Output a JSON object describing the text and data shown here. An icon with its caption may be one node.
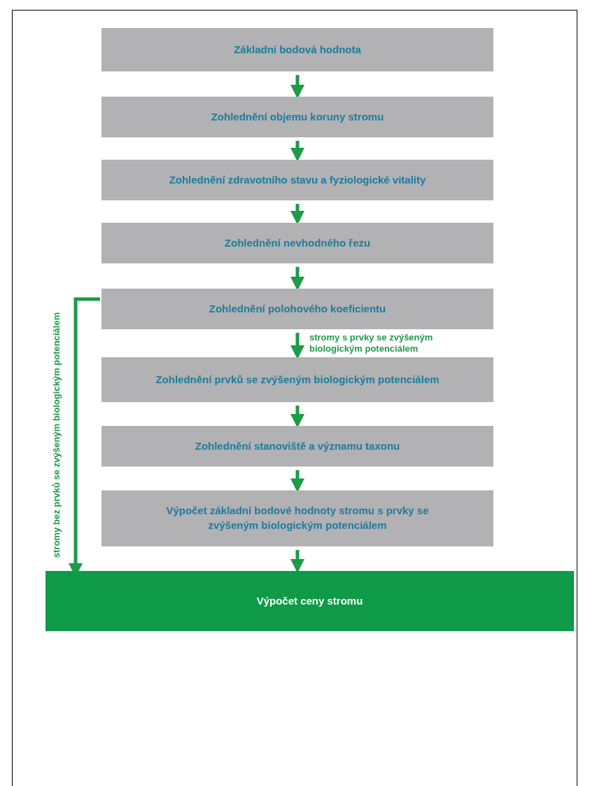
{
  "diagram": {
    "nodes": [
      {
        "text": [
          "Základní bodová hodnota"
        ]
      },
      {
        "text": [
          "Zohlednění objemu koruny stromu"
        ]
      },
      {
        "text": [
          "Zohlednění zdravotního stavu a fyziologické vitality"
        ]
      },
      {
        "text": [
          "Zohlednění nevhodného řezu"
        ]
      },
      {
        "text": [
          "Zohlednění polohového koeficientu"
        ]
      },
      {
        "text": [
          "Zohlednění prvků se zvýšeným biologickým potenciálem"
        ]
      },
      {
        "text": [
          "Zohlednění stanoviště a významu taxonu"
        ]
      },
      {
        "text": [
          "Výpočet základní bodové hodnoty stromu s prvky se zvýšeným biologickým potenciálem"
        ]
      },
      {
        "text": [
          "Výpočet ceny stromu"
        ]
      }
    ],
    "edges": [
      {
        "from": 0,
        "to": 1,
        "arrow": "to"
      },
      {
        "from": 1,
        "to": 2,
        "arrow": "to"
      },
      {
        "from": 2,
        "to": 3,
        "arrow": "to"
      },
      {
        "from": 3,
        "to": 4,
        "arrow": "to"
      },
      {
        "from": 4,
        "to": 5,
        "arrow": "to",
        "label": "stromy s prvky se zvýšeným biologickým potenciálem"
      },
      {
        "from": 5,
        "to": 6,
        "arrow": "to"
      },
      {
        "from": 6,
        "to": 7,
        "arrow": "to"
      },
      {
        "from": 7,
        "to": 8,
        "arrow": "to"
      },
      {
        "from": 4,
        "to": 8,
        "arrow": "to",
        "label": "stromy bez prvků se zvýšeným biologickým potenciálem"
      }
    ]
  }
}
